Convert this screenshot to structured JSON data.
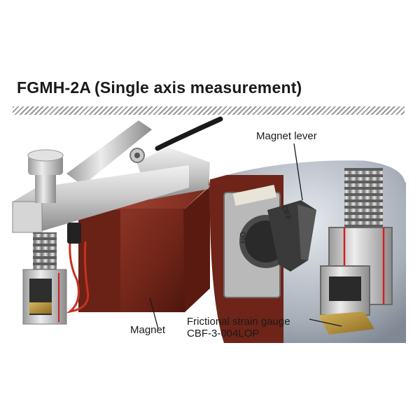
{
  "title": "FGMH-2A (Single axis measurement)",
  "labels": {
    "magnet_lever": "Magnet lever",
    "magnet": "Magnet",
    "gauge_line1": "Frictional strain gauge",
    "gauge_line2": "CBF-3-004LOP"
  },
  "switch": {
    "on": "ON",
    "off": "OFF"
  },
  "colors": {
    "magnet_body": "#7a2a1e",
    "steel": "#c9c9c9",
    "accent_red": "#d02020",
    "gauge_gold": "#b8943a"
  }
}
